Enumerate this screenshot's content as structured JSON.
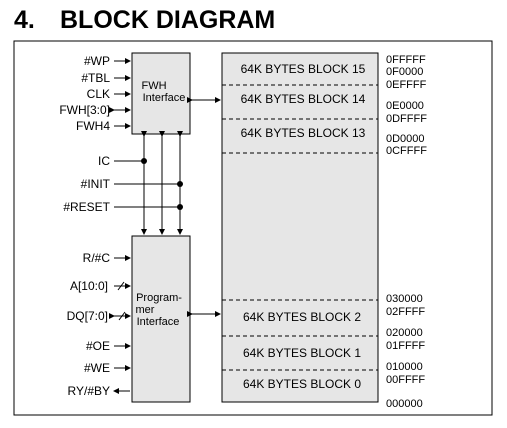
{
  "heading": {
    "number": "4.",
    "title": "BLOCK DIAGRAM"
  },
  "fwh_interface": {
    "line1": "FWH",
    "line2": "Interface"
  },
  "programmer_interface": {
    "line1": "Program-",
    "line2": "mer",
    "line3": "Interface"
  },
  "fwh_signals": [
    {
      "label": "#WP",
      "direction": "in"
    },
    {
      "label": "#TBL",
      "direction": "in"
    },
    {
      "label": "CLK",
      "direction": "in"
    },
    {
      "label": "FWH[3:0]",
      "direction": "bidirectional"
    },
    {
      "label": "FWH4",
      "direction": "in"
    }
  ],
  "control_signals": [
    {
      "label": "IC"
    },
    {
      "label": "#INIT"
    },
    {
      "label": "#RESET"
    }
  ],
  "programmer_signals": [
    {
      "label": "R/#C",
      "direction": "in"
    },
    {
      "label": "A[10:0]",
      "direction": "in"
    },
    {
      "label": "DQ[7:0]",
      "direction": "bidirectional"
    },
    {
      "label": "#OE",
      "direction": "in"
    },
    {
      "label": "#WE",
      "direction": "in"
    },
    {
      "label": "RY/#BY",
      "direction": "out"
    }
  ],
  "memory_blocks": {
    "block15": "64K BYTES BLOCK 15",
    "block14": "64K BYTES BLOCK 14",
    "block13": "64K BYTES BLOCK 13",
    "block2": "64K BYTES BLOCK 2",
    "block1": "64K BYTES BLOCK 1",
    "block0": "64K BYTES BLOCK 0"
  },
  "addresses": [
    "0FFFFF",
    "0F0000",
    "0EFFFF",
    "0E0000",
    "0DFFFF",
    "0D0000",
    "0CFFFF",
    "030000",
    "02FFFF",
    "020000",
    "01FFFF",
    "010000",
    "00FFFF",
    "000000"
  ],
  "colors": {
    "memory_fill": "#e6e6e6",
    "box_fill": "#e6e6e6",
    "line": "#000000"
  }
}
